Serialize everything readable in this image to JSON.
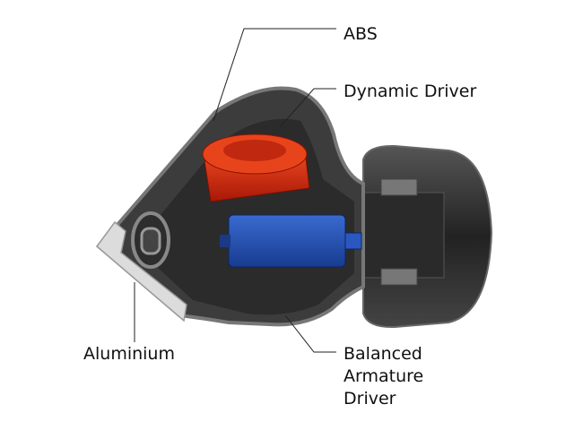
{
  "labels": {
    "abs": "ABS",
    "dynamic_driver": "Dynamic Driver",
    "aluminium": "Aluminium",
    "balanced_armature": [
      "Balanced",
      "Armature",
      "Driver"
    ]
  },
  "colors": {
    "shell": "#3a3a3a",
    "shell_edge": "#6b6b6b",
    "dynamic_driver": "#d42a10",
    "balanced_armature": "#1f4fb0",
    "aluminium": "#d8d8d8"
  }
}
